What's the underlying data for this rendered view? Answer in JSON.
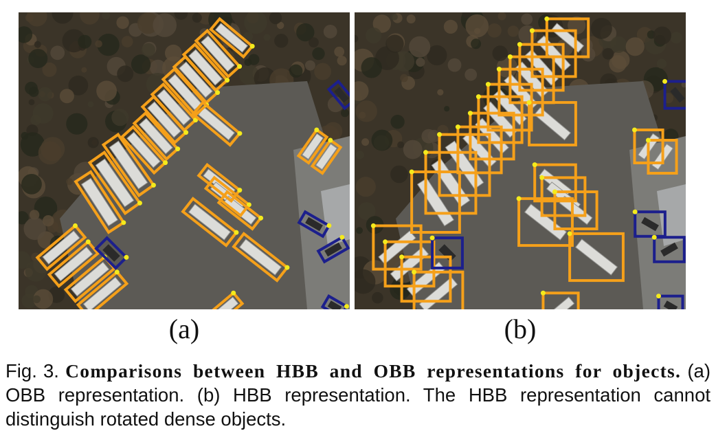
{
  "panels": [
    {
      "label": "(a)",
      "representation": "OBB"
    },
    {
      "label": "(b)",
      "representation": "HBB"
    }
  ],
  "colors": {
    "primary_box": "#f5a01a",
    "secondary_box": "#1c1f8c",
    "corner_dot": "#f4ea1c"
  },
  "caption": {
    "prefix": "Fig. 3. ",
    "bold": "Comparisons between HBB and OBB representations for objects.",
    "body": " (a) OBB representation. (b) HBB representation. The HBB representation cannot distinguish rotated dense objects."
  }
}
